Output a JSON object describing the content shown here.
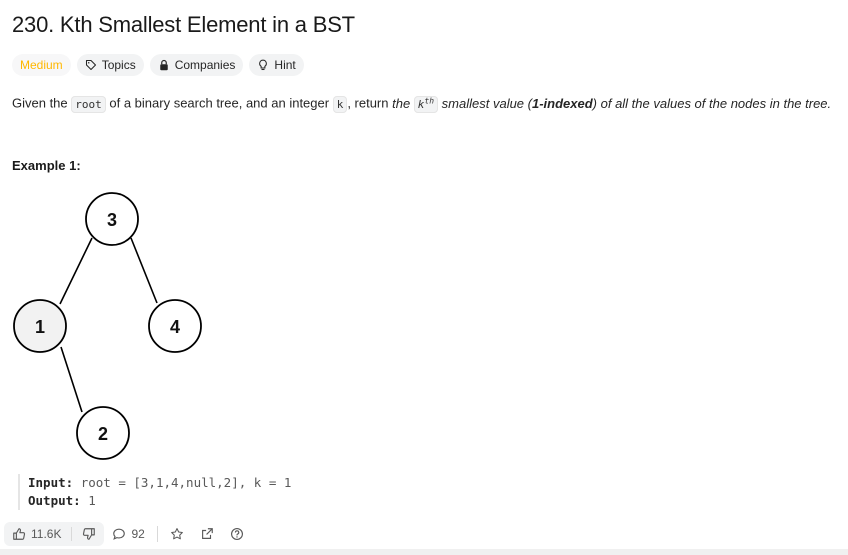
{
  "problem": {
    "title": "230. Kth Smallest Element in a BST",
    "difficulty": "Medium",
    "tags": {
      "topics": "Topics",
      "companies": "Companies",
      "hint": "Hint"
    }
  },
  "description": {
    "p1": "Given the ",
    "code_root": "root",
    "p2": " of a binary search tree, and an integer ",
    "code_k": "k",
    "p3": ", return ",
    "p4": "the ",
    "code_kth": "k",
    "sup_th": "th",
    "p5": " smallest value (",
    "bold": "1-indexed",
    "p6": ") of all the values of the nodes in the tree."
  },
  "example": {
    "label": "Example 1:",
    "tree_nodes": [
      "3",
      "1",
      "4",
      "2"
    ],
    "input_label": "Input:",
    "input_value": "root = [3,1,4,null,2], k = 1",
    "output_label": "Output:",
    "output_value": "1"
  },
  "actions": {
    "likes": "11.6K",
    "comments": "92"
  }
}
